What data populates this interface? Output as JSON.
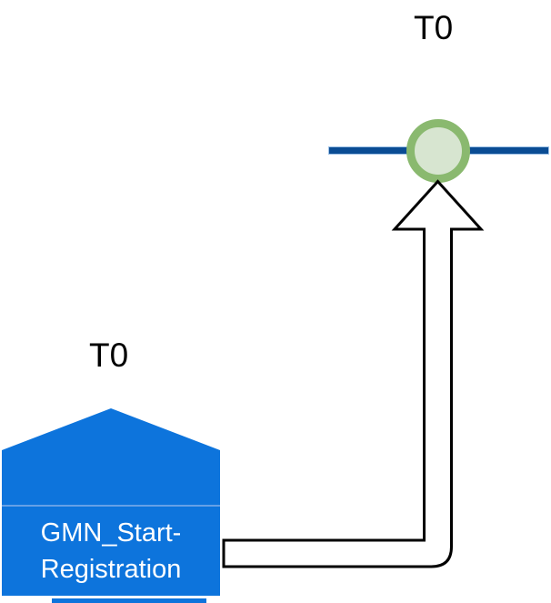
{
  "diagram": {
    "timeline": {
      "label": "T0"
    },
    "process_shape": {
      "label": "T0",
      "text_line1": "GMN_Start-",
      "text_line2": "Registration"
    },
    "colors": {
      "shape_blue": "#0d74dc",
      "shape_divider_blue": "#66a0e6",
      "timeline_fill": "#0a4c94",
      "timeline_border": "#9cc0e6",
      "event_ring_green": "#8ab96f",
      "event_fill_green": "#d7e5d0",
      "arrow_fill": "#ffffff",
      "arrow_outline": "#000000",
      "label_text": "#000000",
      "shape_text": "#ffffff"
    }
  }
}
